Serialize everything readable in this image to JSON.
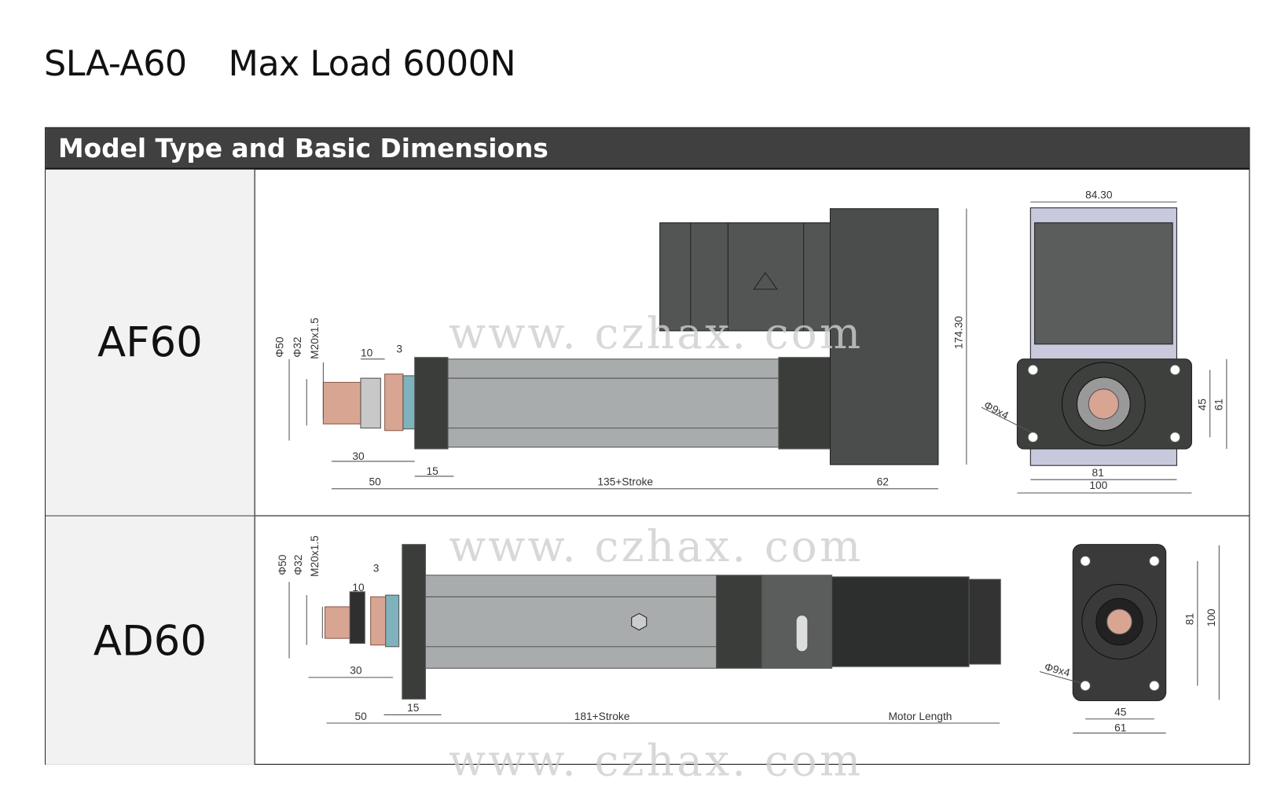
{
  "heading": {
    "model": "SLA-A60",
    "load": "Max Load 6000N"
  },
  "table": {
    "header": "Model Type and Basic Dimensions",
    "rows": [
      {
        "model": "AF60",
        "dims": {
          "d50": "Φ50",
          "d32": "Φ32",
          "thread": "M20x1.5",
          "d10": "10",
          "d3": "3",
          "d30": "30",
          "d50len": "50",
          "d15": "15",
          "body": "135+Stroke",
          "d62": "62",
          "height": "174.30",
          "width": "84.30",
          "d81": "81",
          "d100": "100",
          "d45": "45",
          "d61": "61",
          "holes": "Φ9x4"
        }
      },
      {
        "model": "AD60",
        "dims": {
          "d50": "Φ50",
          "d32": "Φ32",
          "thread": "M20x1.5",
          "d10": "10",
          "d3": "3",
          "d30": "30",
          "d50len": "50",
          "d15": "15",
          "body": "181+Stroke",
          "motor": "Motor Length",
          "d81": "81",
          "d100": "100",
          "d45": "45",
          "d61": "61",
          "holes": "Φ9x4"
        }
      }
    ]
  },
  "watermark": "www. czhax. com"
}
